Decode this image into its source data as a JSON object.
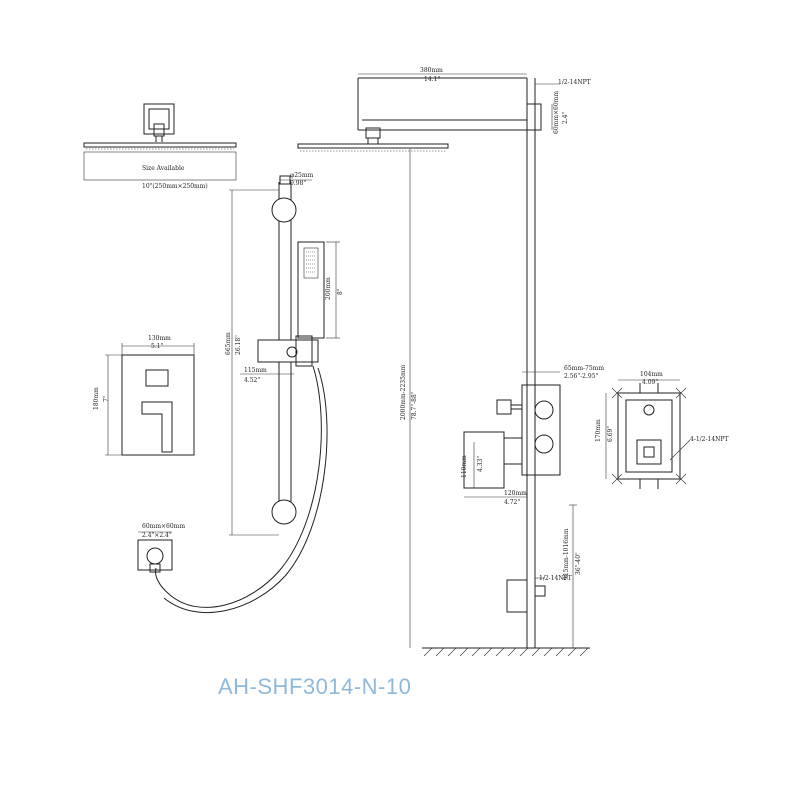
{
  "model_number": "AH-SHF3014-N-10",
  "brand_color": "#8fb8dd",
  "head_small": {
    "label": "Size Available",
    "size": "10\"(250mm×250mm)"
  },
  "slide_bar": {
    "top_dia_mm": "φ25mm",
    "top_dia_in": "0.98\"",
    "length_mm": "665mm",
    "length_in": "26.18\"",
    "handshower_mm": "200mm",
    "handshower_in": "8\"",
    "holder_mm": "115mm",
    "holder_in": "4.52\""
  },
  "valve_plate": {
    "width_mm": "130mm",
    "width_in": "5.1\"",
    "height_mm": "180mm",
    "height_in": "7\""
  },
  "outlet": {
    "size_mm": "60mm×60mm",
    "size_in": "2.4\"×2.4\""
  },
  "side_view": {
    "arm_mm": "380mm",
    "arm_in": "14.1\"",
    "flange_mm": "60mm×60mm",
    "flange_in": "2.4\"",
    "thread_top": "1/2-14NPT",
    "total_height_mm": "2000mm-2235mm",
    "total_height_in": "78.7\"-88\"",
    "depth_mm": "65mm-75mm",
    "depth_in": "2.56\"-2.95\"",
    "trim_height_mm": "110mm",
    "trim_height_in": "4.33\"",
    "trim_depth_mm": "120mm",
    "trim_depth_in": "4.72\"",
    "valve_height_mm": "915mm-1016mm",
    "valve_height_in": "36\"-40\"",
    "thread_bottom": "1/2-14NPT"
  },
  "rough_in": {
    "width_mm": "104mm",
    "width_in": "4.09\"",
    "height_mm": "170mm",
    "height_in": "6.69\"",
    "thread": "4-1/2-14NPT"
  }
}
